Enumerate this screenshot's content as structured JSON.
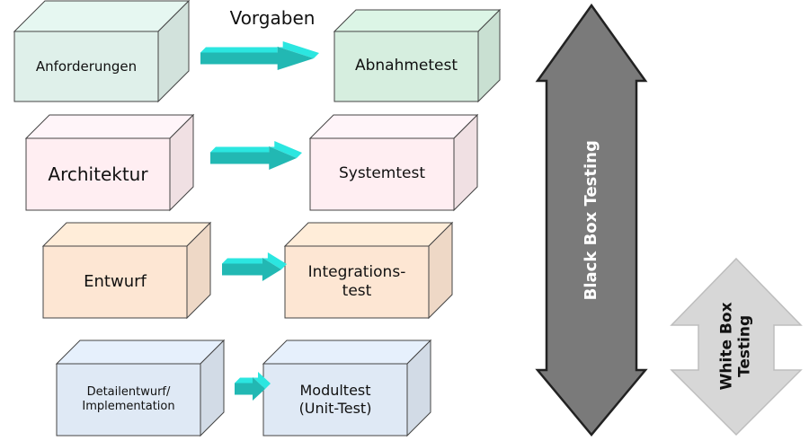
{
  "title": "Vorgaben",
  "left_boxes": [
    {
      "label": "Anforderungen",
      "color": "#dff0ea"
    },
    {
      "label": "Architektur",
      "color": "#ffeef2"
    },
    {
      "label": "Entwurf",
      "color": "#fde6d3"
    },
    {
      "label": "Detailentwurf/\nImplementation",
      "color": "#dfe9f5"
    }
  ],
  "right_boxes": [
    {
      "label": "Abnahmetest",
      "color": "#d6eedf"
    },
    {
      "label": "Systemtest",
      "color": "#ffeef2"
    },
    {
      "label": "Integrations-\ntest",
      "color": "#fde6d3"
    },
    {
      "label": "Modultest\n(Unit-Test)",
      "color": "#dfe9f5"
    }
  ],
  "black_box": {
    "label": "Black Box Testing",
    "color": "#7a7a7a"
  },
  "white_box": {
    "label": "White Box\nTesting",
    "color": "#d7d7d7"
  },
  "arrow_color": "#22b8b3"
}
